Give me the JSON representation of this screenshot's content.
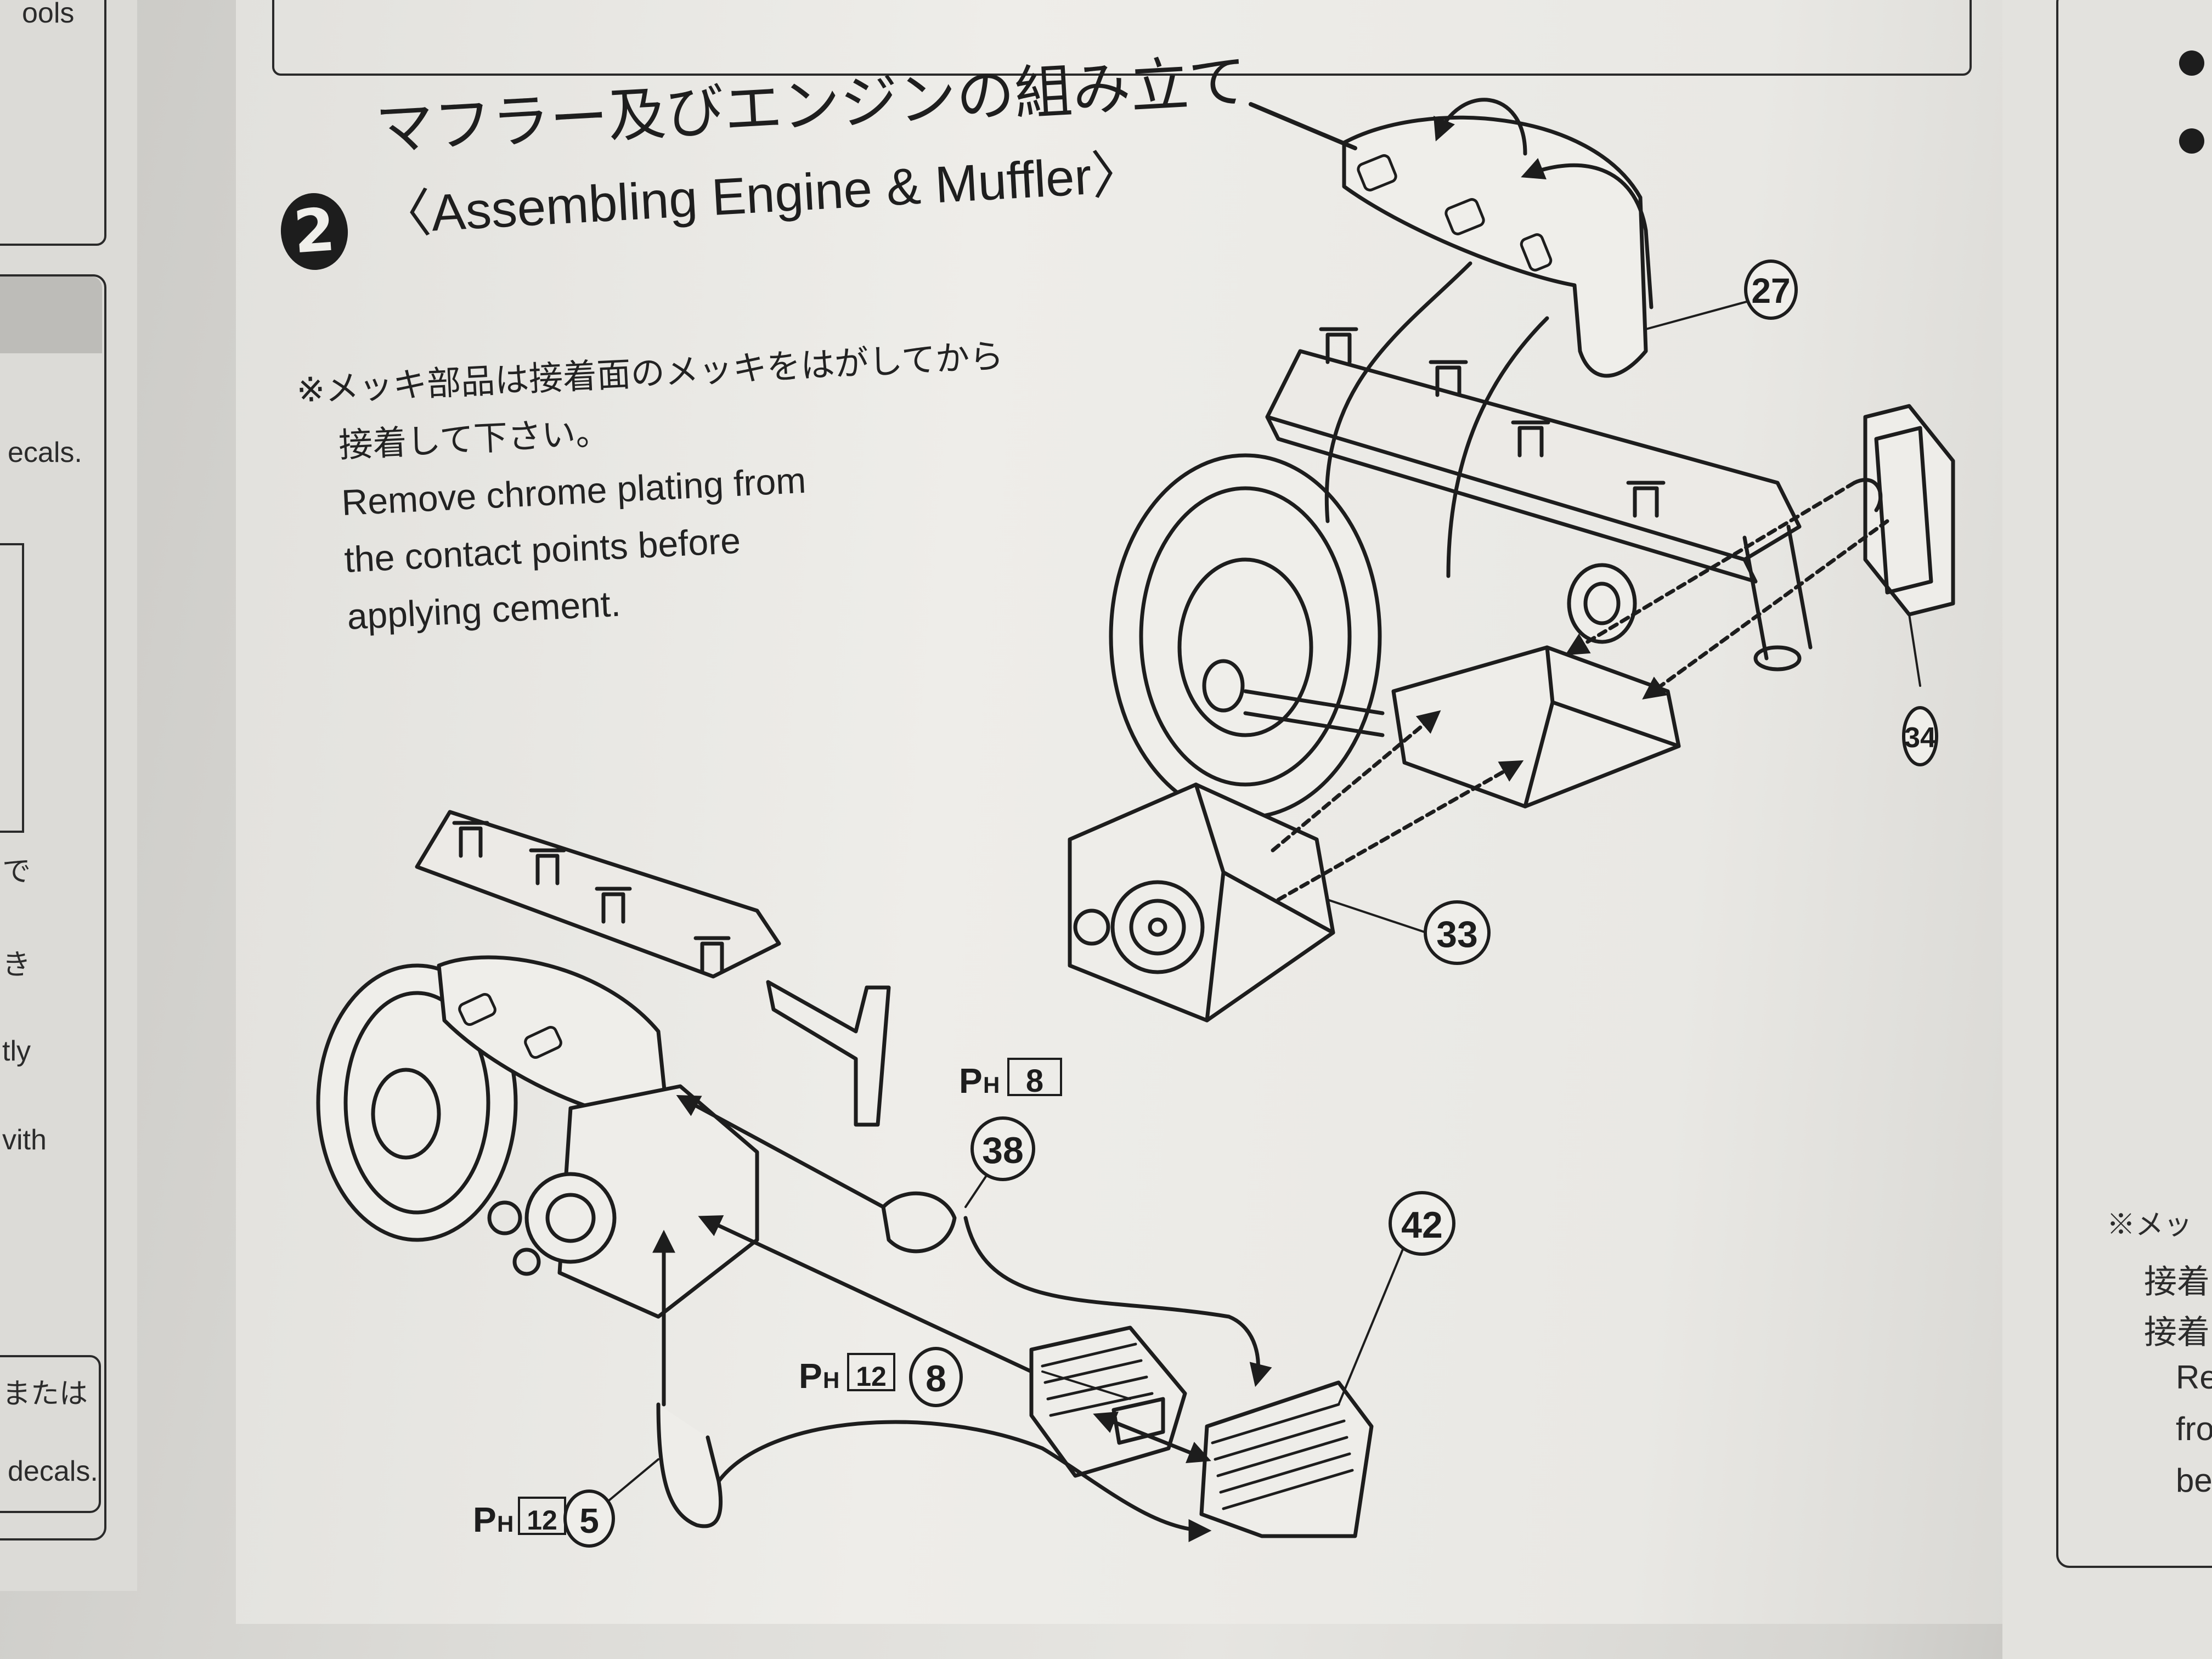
{
  "step": {
    "number": "2",
    "title_jp": "マフラー及びエンジンの組み立て",
    "title_en": "〈Assembling  Engine & Muffler〉"
  },
  "note": {
    "jp_line1": "※メッキ部品は接着面のメッキをはがしてから",
    "jp_line2": "接着して下さい。",
    "en_line1": "Remove chrome plating from",
    "en_line2": "the contact points before",
    "en_line3": "applying cement."
  },
  "parts": {
    "p27": "27",
    "p34": "34",
    "p33": "33",
    "p38": "38",
    "p42": "42",
    "p8": "8",
    "p5": "5"
  },
  "paint_codes": {
    "ph8": {
      "prefix": "P",
      "sub": "H",
      "code": "8"
    },
    "ph12_a": {
      "prefix": "P",
      "sub": "H",
      "code": "12"
    },
    "ph12_b": {
      "prefix": "P",
      "sub": "H",
      "code": "12"
    }
  },
  "left_page_fragments": [
    "ools",
    "ecals.",
    "で",
    "き",
    "tly",
    "vith",
    "または",
    "decals."
  ],
  "right_page_fragments": [
    "※メッ",
    "接着",
    "接着",
    "Ren",
    "from",
    "befo"
  ],
  "colors": {
    "ink": "#1d1d1d",
    "paper": "#ecebe7"
  }
}
